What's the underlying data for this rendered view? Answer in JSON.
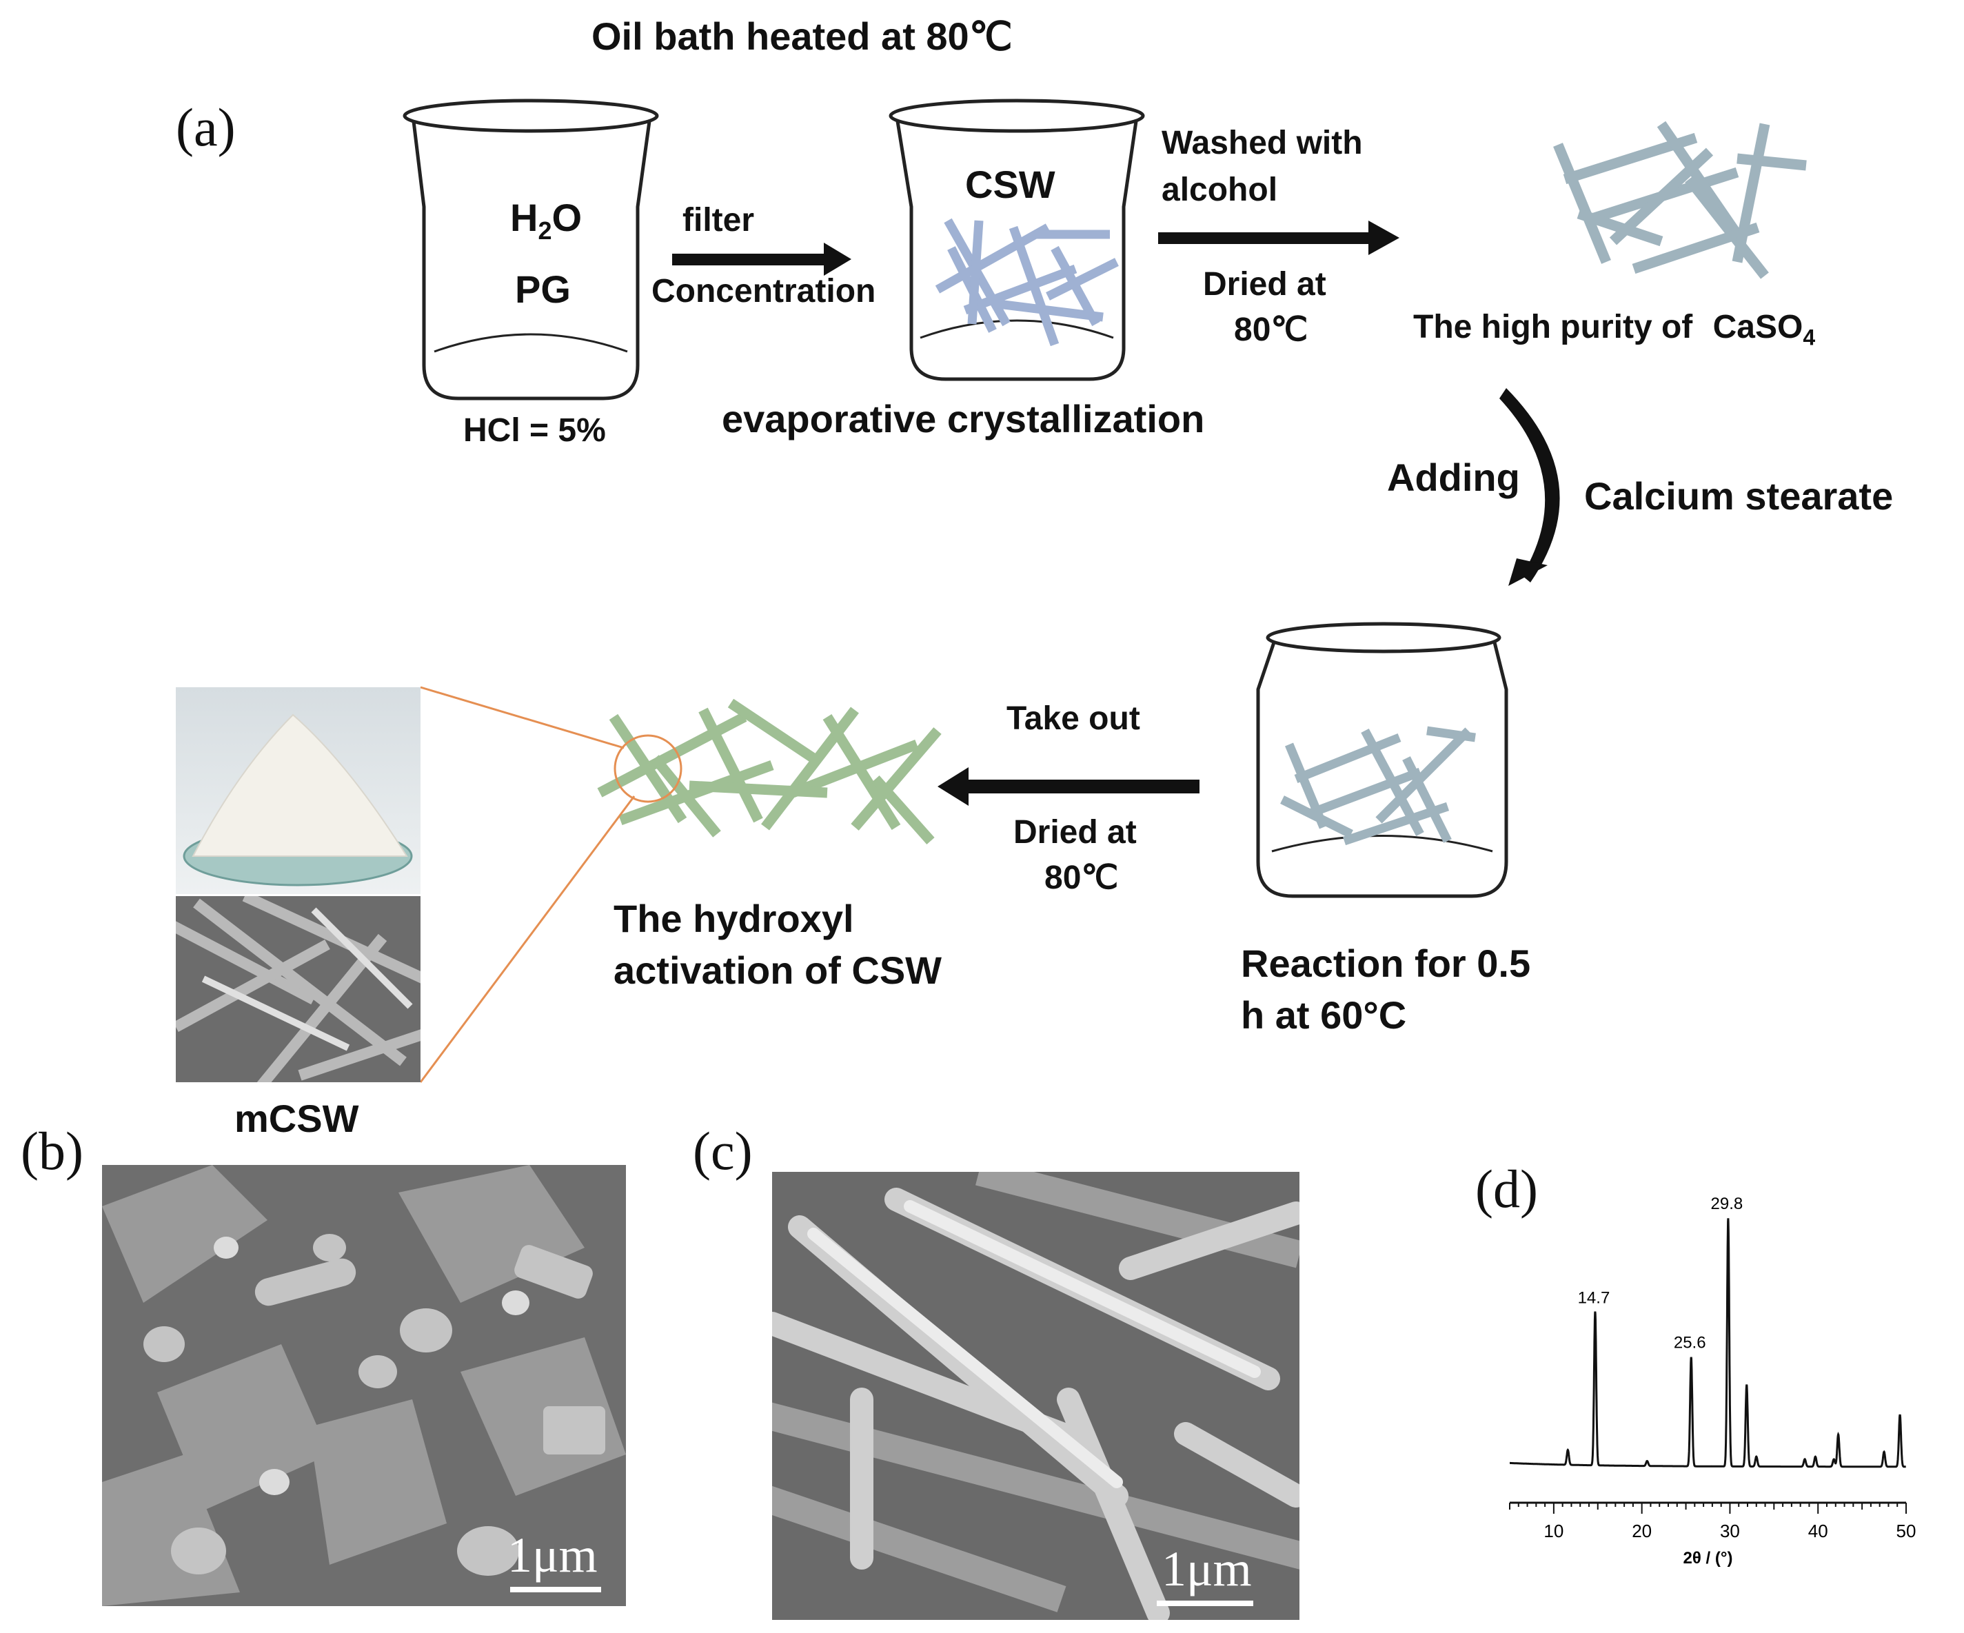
{
  "panel_labels": {
    "a": "(a)",
    "b": "(b)",
    "c": "(c)",
    "d": "(d)"
  },
  "top_title": "Oil bath heated at 80℃",
  "beaker1": {
    "line1_main": "H",
    "line1_sub": "2",
    "line1_end": "O",
    "line2": "PG",
    "caption": "HCl = 5%"
  },
  "arrow1": {
    "top": "filter",
    "bottom": "Concentration"
  },
  "beaker2": {
    "label": "CSW",
    "caption": "evaporative crystallization"
  },
  "arrow2": {
    "top_line1": "Washed with",
    "top_line2": "alcohol",
    "bottom_line1": "Dried at",
    "bottom_line2": "80℃"
  },
  "product1": {
    "caption_main": "The high purity of ",
    "formula_main": "CaSO",
    "formula_sub": "4"
  },
  "curved_arrow": {
    "left": "Adding",
    "right": "Calcium stearate"
  },
  "beaker3": {
    "caption_line1": "Reaction for 0.5",
    "caption_line2": "h at 60°C"
  },
  "arrow3": {
    "top": "Take out",
    "bottom_line1": "Dried at",
    "bottom_line2": "80℃"
  },
  "product2": {
    "caption_line1": "The hydroxyl",
    "caption_line2": "activation of CSW"
  },
  "inset": {
    "caption": "mCSW"
  },
  "sem_b": {
    "scale": "1μm"
  },
  "sem_c": {
    "scale": "1μm"
  },
  "colors": {
    "whisker_blue": "#9fb1d3",
    "whisker_bluegray": "#9fb3bd",
    "whisker_green": "#9fbf94",
    "inset_line": "#e58f52"
  },
  "chart_data": {
    "type": "line",
    "title": "",
    "xlabel": "2θ / (°)",
    "ylabel": "",
    "xlim": [
      5,
      50
    ],
    "x_ticks": [
      10,
      20,
      30,
      40,
      50
    ],
    "peaks": [
      {
        "x": 11.6,
        "y": 6
      },
      {
        "x": 14.7,
        "y": 62,
        "label": "14.7"
      },
      {
        "x": 20.6,
        "y": 2
      },
      {
        "x": 25.6,
        "y": 44,
        "label": "25.6"
      },
      {
        "x": 29.8,
        "y": 100,
        "label": "29.8"
      },
      {
        "x": 31.9,
        "y": 33
      },
      {
        "x": 33.0,
        "y": 4
      },
      {
        "x": 38.5,
        "y": 3
      },
      {
        "x": 39.7,
        "y": 4
      },
      {
        "x": 41.8,
        "y": 3
      },
      {
        "x": 42.3,
        "y": 13
      },
      {
        "x": 47.5,
        "y": 6
      },
      {
        "x": 49.3,
        "y": 21
      }
    ]
  }
}
